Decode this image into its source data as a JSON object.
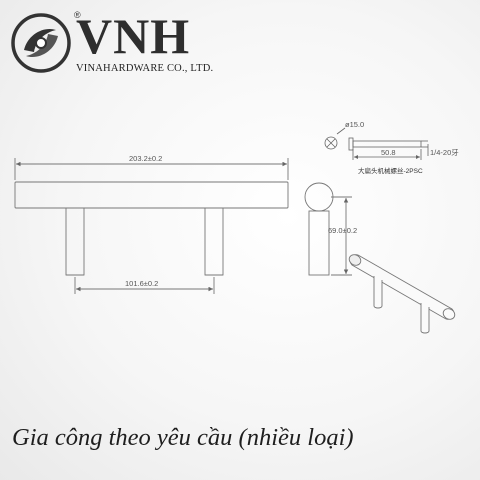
{
  "brand": {
    "name": "VNH",
    "registered_mark": "®",
    "company": "VINAHARDWARE CO., LTD."
  },
  "drawing": {
    "overall_length": "203.2±0.2",
    "center_distance": "101.6±0.2",
    "height": "69.0±0.2",
    "screw_diameter": "ø15.0",
    "screw_length": "50.8",
    "screw_thread": "1/4-20牙",
    "screw_note": "大扁头机械螺丝-2PSC"
  },
  "caption": "Gia công theo yêu cầu (nhiều loại)"
}
